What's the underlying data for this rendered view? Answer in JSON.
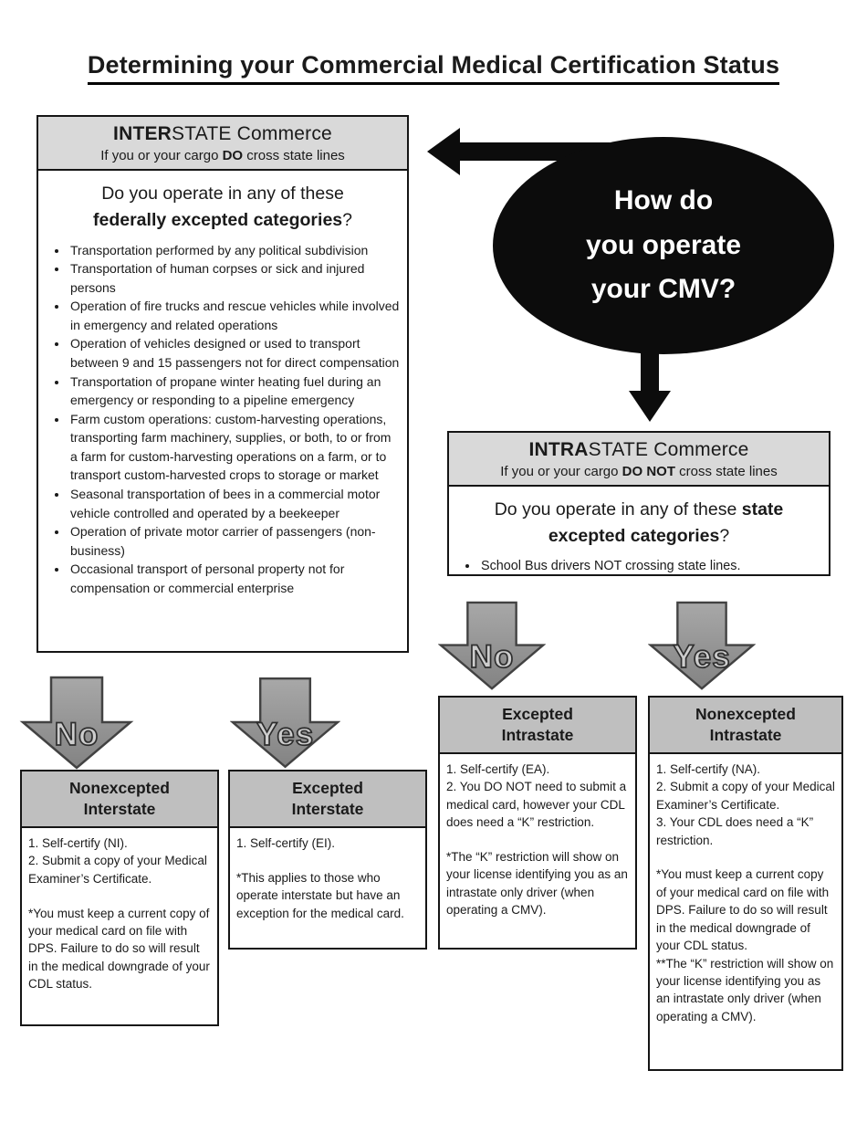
{
  "page": {
    "title": "Determining your Commercial Medical Certification Status"
  },
  "oval": {
    "lines": [
      "How do",
      "you operate",
      "your CMV?"
    ]
  },
  "interstate": {
    "header": {
      "title_bold": "INTER",
      "title_rest": "STATE Commerce",
      "sub_pre": "If you or your cargo ",
      "sub_bold": "DO",
      "sub_post": " cross state lines"
    },
    "question": {
      "line1": "Do you operate in any of these",
      "line2_bold": "federally excepted categories",
      "line2_post": "?"
    },
    "bullets": [
      "Transportation performed by any political subdivision",
      "Transportation of human corpses or sick and injured persons",
      "Operation of fire trucks and rescue vehicles while involved in emergency and related operations",
      "Operation of vehicles designed or used to transport between 9 and 15 passengers not for direct compensation",
      "Transportation of propane winter heating fuel during an emergency or responding to a pipeline emergency",
      "Farm custom operations: custom-harvesting operations, transporting farm machinery, supplies, or both, to or from a farm for custom-harvesting operations on a farm, or to transport custom-harvested crops to storage or market",
      "Seasonal transportation of bees in a commercial motor vehicle controlled and operated by a beekeeper",
      "Operation of private motor carrier of passengers (non-business)",
      "Occasional transport of personal property not for compensation or commercial enterprise"
    ]
  },
  "intrastate": {
    "header": {
      "title_bold": "INTRA",
      "title_rest": "STATE Commerce",
      "sub_pre": "If you or your cargo ",
      "sub_bold": "DO NOT",
      "sub_post": " cross state lines"
    },
    "question": {
      "line1_pre": "Do you operate in any of these ",
      "line1_bold": "state",
      "line2_bold": "excepted categories",
      "line2_post": "?"
    },
    "bullets": [
      "School Bus drivers NOT crossing state lines."
    ]
  },
  "arrows": {
    "no_left": "No",
    "yes_left": "Yes",
    "no_right": "No",
    "yes_right": "Yes"
  },
  "results": {
    "nonexcepted_interstate": {
      "title_line1": "Nonexcepted",
      "title_line2": "Interstate",
      "lines": [
        "1. Self-certify (NI).",
        "2. Submit a copy of your Medical Examiner’s Certificate.",
        "",
        "*You must keep a current copy of your medical card on file with DPS. Failure to do so will result in the medical downgrade of your CDL status."
      ]
    },
    "excepted_interstate": {
      "title_line1": "Excepted",
      "title_line2": "Interstate",
      "lines": [
        "1. Self-certify (EI).",
        "",
        "*This applies to those who operate interstate but have an exception for the medical card."
      ]
    },
    "excepted_intrastate": {
      "title_line1": "Excepted",
      "title_line2": "Intrastate",
      "lines": [
        "1. Self-certify (EA).",
        "2. You DO NOT need to submit a medical card, however your CDL does need a “K” restriction.",
        "",
        "*The “K” restriction will show on your license identifying you as an intrastate only driver (when operating a CMV)."
      ]
    },
    "nonexcepted_intrastate": {
      "title_line1": "Nonexcepted",
      "title_line2": "Intrastate",
      "lines": [
        "1. Self-certify (NA).",
        "2. Submit a copy of your Medical Examiner’s Certificate.",
        "3. Your CDL does need a “K” restriction.",
        "",
        "*You must keep a current copy of your medical card on file with DPS. Failure to do so will result in the medical downgrade of your CDL status.",
        "**The “K” restriction will show on your license identifying you as an intrastate only driver (when operating a CMV)."
      ]
    }
  },
  "colors": {
    "header_light_gray": "#d9d9d9",
    "header_mid_gray": "#bfbfbf",
    "arrow_gray_top": "#a8a8a8",
    "arrow_gray_bottom": "#838383",
    "arrow_border": "#424242",
    "shape_black": "#0c0c0c",
    "arrow_label_fill": "#cdcdcd"
  }
}
